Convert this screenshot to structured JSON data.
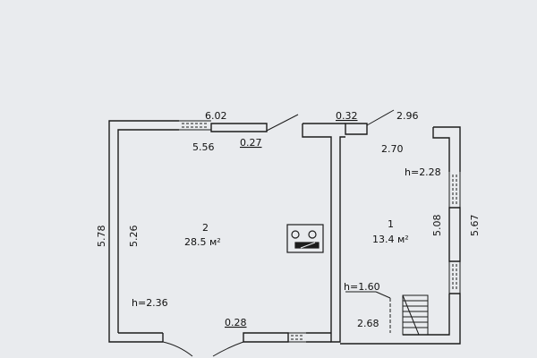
{
  "plan": {
    "dims": {
      "top_outer_left": "6.02",
      "top_inner_left": "5.56",
      "top_stub": "0.27",
      "top_mid": "0.32",
      "top_outer_right": "2.96",
      "top_inner_right": "2.70",
      "left_outer": "5.78",
      "left_inner": "5.26",
      "right_inner": "5.08",
      "right_outer": "5.67",
      "bottom_stub": "0.28",
      "bottom_right": "2.68"
    },
    "heights": {
      "room2": "h=2.36",
      "room1": "h=2.28",
      "stairs": "h=1.60"
    },
    "rooms": [
      {
        "number": "2",
        "area": "28.5 м²"
      },
      {
        "number": "1",
        "area": "13.4 м²"
      }
    ],
    "colors": {
      "line": "#1c1c1c",
      "background": "#e9ebee"
    },
    "icons": [
      "stove-icon",
      "staircase-icon",
      "window-symbol",
      "door-swing"
    ]
  }
}
